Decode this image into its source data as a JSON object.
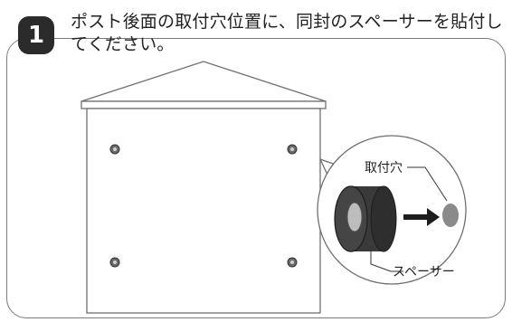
{
  "step": {
    "number": "1",
    "instruction": "ポスト後面の取付穴位置に、同封のスペーサーを貼付してください。"
  },
  "callout": {
    "hole_label": "取付穴",
    "spacer_label": "スペーサー"
  },
  "colors": {
    "badge": "#2b2b2b",
    "outline": "#6f6f6f",
    "spacer": "#3a3a3a",
    "panel": "#ffffff"
  }
}
